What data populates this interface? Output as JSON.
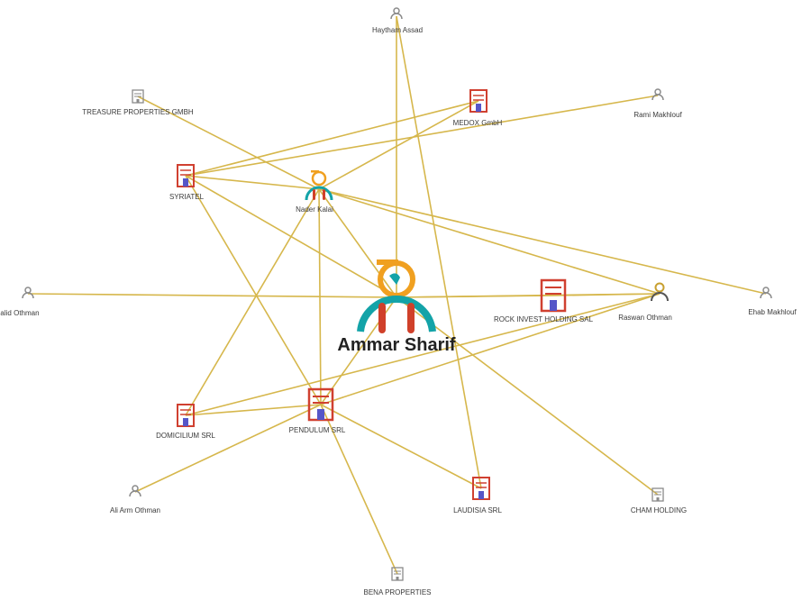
{
  "graph": {
    "colors": {
      "edge": "#d6b74c",
      "person_head": "#f0a020",
      "person_body_left": "#13a3a8",
      "person_body_right": "#d0402a",
      "company_frame": "#d04030",
      "company_door": "#5656c8",
      "icon_gray": "#8a8a8a"
    },
    "center": {
      "name": "Ammar Sharif",
      "icon": "person-icon"
    },
    "nodes": {
      "haytham": {
        "label": "Haytham Assad",
        "kind": "person-small"
      },
      "treasure": {
        "label": "TREASURE PROPERTIES GMBH",
        "kind": "company-small"
      },
      "medox": {
        "label": "MEDOX GmbH",
        "kind": "company"
      },
      "rami": {
        "label": "Rami Makhlouf",
        "kind": "person-small"
      },
      "syriatel": {
        "label": "SYRIATEL",
        "kind": "company"
      },
      "nader": {
        "label": "Nader Kalai",
        "kind": "person"
      },
      "walid": {
        "label": "alid Othman",
        "kind": "person-small"
      },
      "rock": {
        "label": "ROCK INVEST HOLDING SAL",
        "kind": "company-large"
      },
      "raswan": {
        "label": "Raswan Othman",
        "kind": "person-mid"
      },
      "ehab": {
        "label": "Ehab Makhlouf",
        "kind": "person-small"
      },
      "domicilium": {
        "label": "DOMICILIUM SRL",
        "kind": "company"
      },
      "pendulum": {
        "label": "PENDULUM SRL",
        "kind": "company-large"
      },
      "ali": {
        "label": "Ali Arm Othman",
        "kind": "person-small"
      },
      "laudisia": {
        "label": "LAUDISIA SRL",
        "kind": "company"
      },
      "cham": {
        "label": "CHAM HOLDING",
        "kind": "company-small"
      },
      "bena": {
        "label": "BENA PROPERTIES",
        "kind": "company-small"
      }
    },
    "edges": [
      [
        "center",
        "nader"
      ],
      [
        "center",
        "walid"
      ],
      [
        "center",
        "rock"
      ],
      [
        "center",
        "syriatel"
      ],
      [
        "center",
        "pendulum"
      ],
      [
        "center",
        "cham"
      ],
      [
        "center",
        "haytham"
      ],
      [
        "center",
        "raswan"
      ],
      [
        "nader",
        "syriatel"
      ],
      [
        "nader",
        "medox"
      ],
      [
        "nader",
        "treasure"
      ],
      [
        "nader",
        "pendulum"
      ],
      [
        "nader",
        "domicilium"
      ],
      [
        "nader",
        "ehab"
      ],
      [
        "nader",
        "raswan"
      ],
      [
        "syriatel",
        "rami"
      ],
      [
        "syriatel",
        "medox"
      ],
      [
        "syriatel",
        "pendulum"
      ],
      [
        "rock",
        "raswan"
      ],
      [
        "pendulum",
        "domicilium"
      ],
      [
        "pendulum",
        "raswan"
      ],
      [
        "pendulum",
        "laudisia"
      ],
      [
        "pendulum",
        "ali"
      ],
      [
        "pendulum",
        "bena"
      ],
      [
        "domicilium",
        "raswan"
      ],
      [
        "laudisia",
        "haytham"
      ]
    ]
  }
}
